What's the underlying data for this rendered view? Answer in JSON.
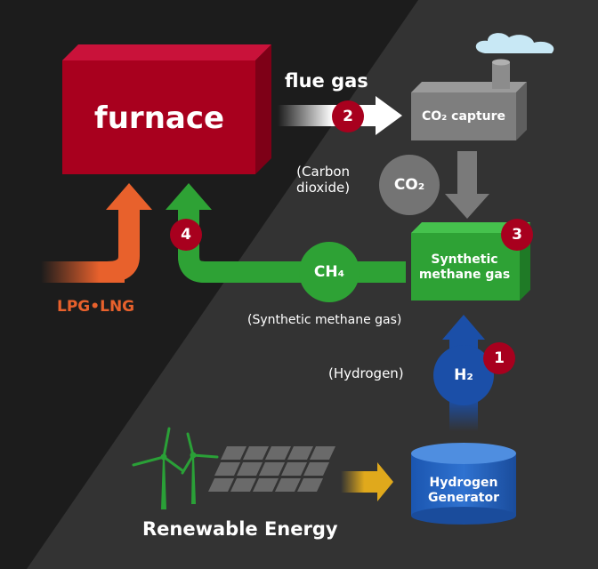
{
  "colors": {
    "background_dark": "#1c1c1c",
    "background_light": "#333333",
    "furnace": "#a8001e",
    "lpg_arrow": "#e8612c",
    "methane_green": "#2ea235",
    "hydrogen_blue": "#1b4fa8",
    "step_badge": "#a8001e",
    "co2_gray": "#747474",
    "renewable_arrow": "#e0a91c"
  },
  "nodes": {
    "furnace": "furnace",
    "co2_capture": "CO₂ capture",
    "synthetic_methane_box": "Synthetic\nmethane gas",
    "hydrogen_generator": "Hydrogen\nGenerator"
  },
  "flows": {
    "flue_gas": "flue gas",
    "co2_symbol": "CO₂",
    "co2_caption": "(Carbon\ndioxide)",
    "ch4_symbol": "CH₄",
    "ch4_caption": "(Synthetic methane gas)",
    "h2_symbol": "H₂",
    "h2_caption": "(Hydrogen)",
    "lpg_lng": "LPG•LNG",
    "renewable_energy": "Renewable Energy"
  },
  "steps": {
    "hydrogen": "1",
    "flue_gas": "2",
    "methanation": "3",
    "return": "4"
  },
  "icons": {
    "wind_turbine": "wind-turbine-icon",
    "solar_panel": "solar-panel-icon",
    "smoke": "smoke-icon"
  }
}
